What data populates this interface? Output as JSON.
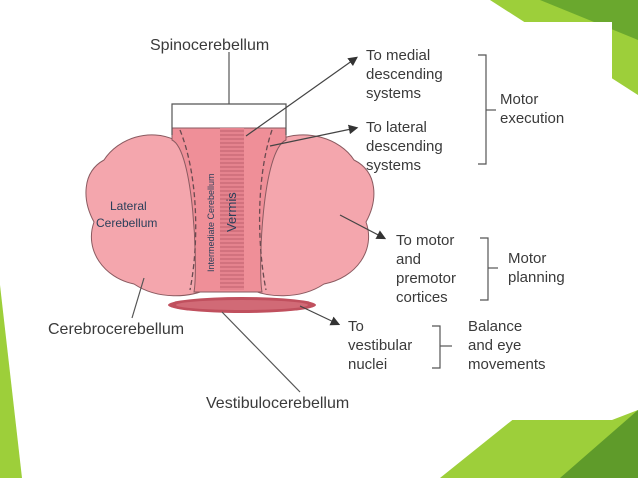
{
  "diagram": {
    "top_label": "Spinocerebellum",
    "bottom_left_label": "Cerebrocerebellum",
    "bottom_label": "Vestibulocerebellum",
    "inner": {
      "lateral_line1": "Lateral",
      "lateral_line2": "Cerebellum",
      "intermediate": "Intermediate Cerebellum",
      "vermis": "Vermis"
    },
    "targets": {
      "medial": [
        "To medial",
        "descending",
        "systems"
      ],
      "lateral": [
        "To lateral",
        "descending",
        "systems"
      ],
      "motor": [
        "To motor",
        "and",
        "premotor",
        "cortices"
      ],
      "vestibular": [
        "To",
        "vestibular",
        "nuclei"
      ]
    },
    "functions": {
      "execution": [
        "Motor",
        "execution"
      ],
      "planning": [
        "Motor",
        "planning"
      ],
      "balance": [
        "Balance",
        "and eye",
        "movements"
      ]
    },
    "colors": {
      "slide_green_light": "#9dcf3a",
      "slide_green_dark": "#5f9b2a",
      "cerebellum_fill": "#f4a6ad",
      "cerebellum_center": "#ef8f98",
      "nodulus_fill": "#c0505e",
      "outline": "#555555"
    }
  }
}
